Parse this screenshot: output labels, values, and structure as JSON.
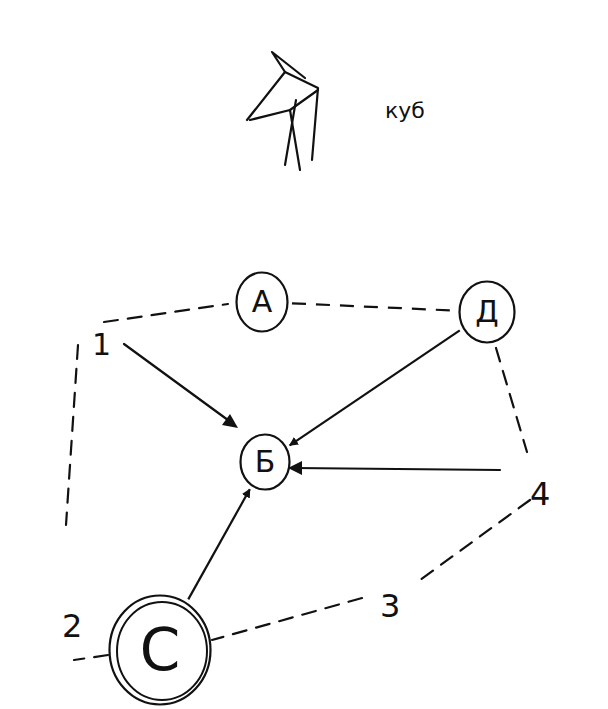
{
  "diagram": {
    "nodes": [
      {
        "text": [
          "А"
        ]
      },
      {
        "text": [
          "Д"
        ]
      },
      {
        "text": [
          "Б"
        ]
      },
      {
        "text": [
          "С"
        ]
      }
    ],
    "edges": [
      {
        "from": 0,
        "to": 1,
        "arrow": "none"
      },
      {
        "from": 1,
        "to": 2,
        "arrow": "to"
      },
      {
        "from": 3,
        "to": 2,
        "arrow": "to"
      }
    ],
    "labels": [
      "куб",
      "1",
      "2",
      "3",
      "4"
    ]
  }
}
